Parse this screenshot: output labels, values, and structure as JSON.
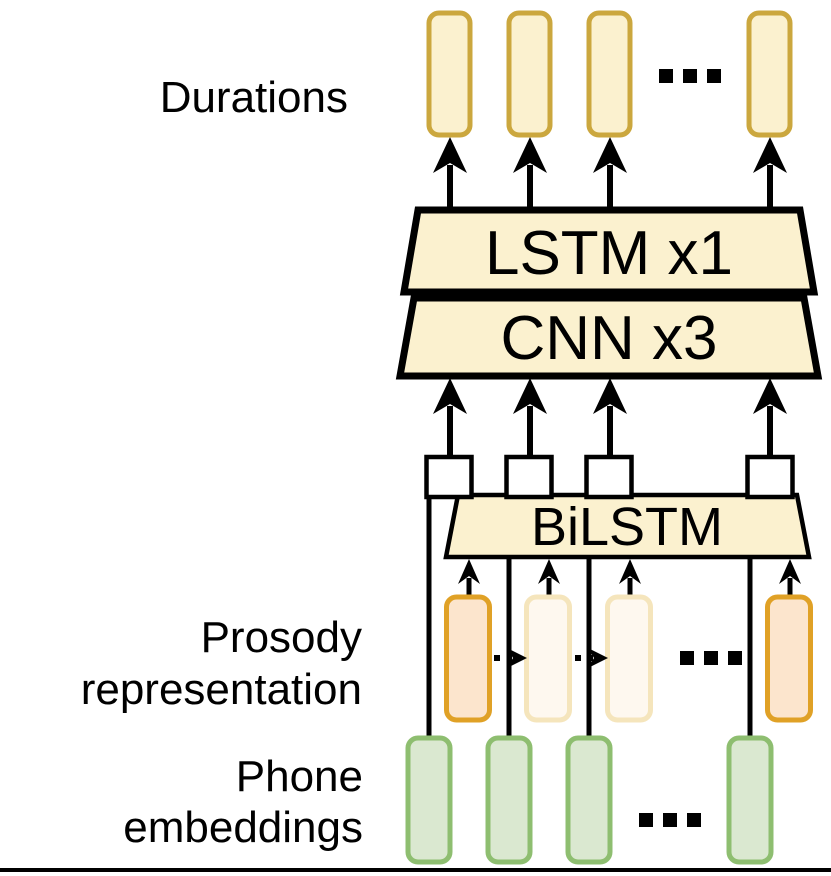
{
  "figure": {
    "type": "neural-architecture-diagram",
    "labels": {
      "durations": "Durations",
      "prosody": [
        "Prosody",
        "representation"
      ],
      "phone": [
        "Phone",
        "embeddings"
      ]
    },
    "blocks": {
      "lstm": "LSTM x1",
      "cnn": "CNN x3",
      "bilstm": "BiLSTM"
    },
    "ellipsis": "...",
    "colors": {
      "cream": "#FBF1CF",
      "gold": "#CBA73E",
      "orangeBorder": "#E0A126",
      "orangeFill": "#FCE5CD",
      "fadedBorder": "#F5E5BC",
      "fadedFill": "#FEF8EF",
      "greenBorder": "#8EBE70",
      "greenFill": "#DAE8D0",
      "black": "#000000",
      "white": "#FFFFFF"
    }
  }
}
